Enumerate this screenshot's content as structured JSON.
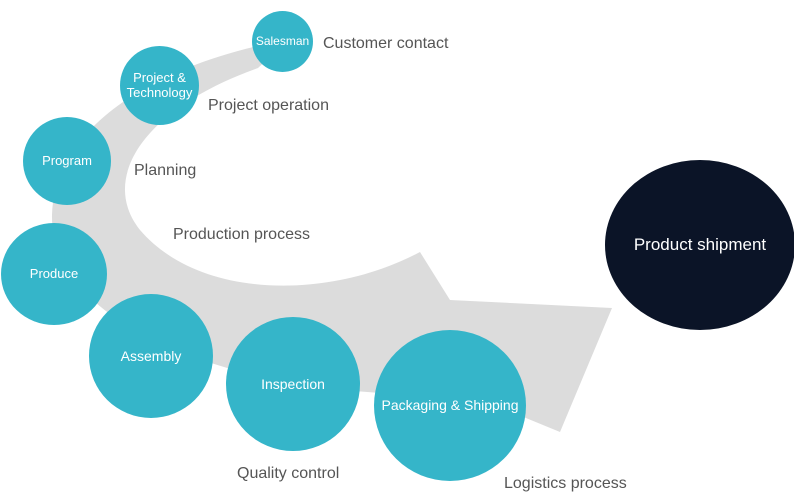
{
  "colors": {
    "circle": "#35b5c9",
    "final": "#0b1427",
    "arrow": "#dcdcdc",
    "label_text": "#555555",
    "circle_text": "#ffffff"
  },
  "steps": [
    {
      "label": "Salesman"
    },
    {
      "label": "Project & Technology"
    },
    {
      "label": "Program"
    },
    {
      "label": "Produce"
    },
    {
      "label": "Assembly"
    },
    {
      "label": "Inspection"
    },
    {
      "label": "Packaging & Shipping"
    }
  ],
  "stages": {
    "customer_contact": "Customer contact",
    "project_operation": "Project operation",
    "planning": "Planning",
    "production_process": "Production process",
    "quality_control": "Quality control",
    "logistics_process": "Logistics process"
  },
  "final": {
    "label": "Product shipment"
  }
}
